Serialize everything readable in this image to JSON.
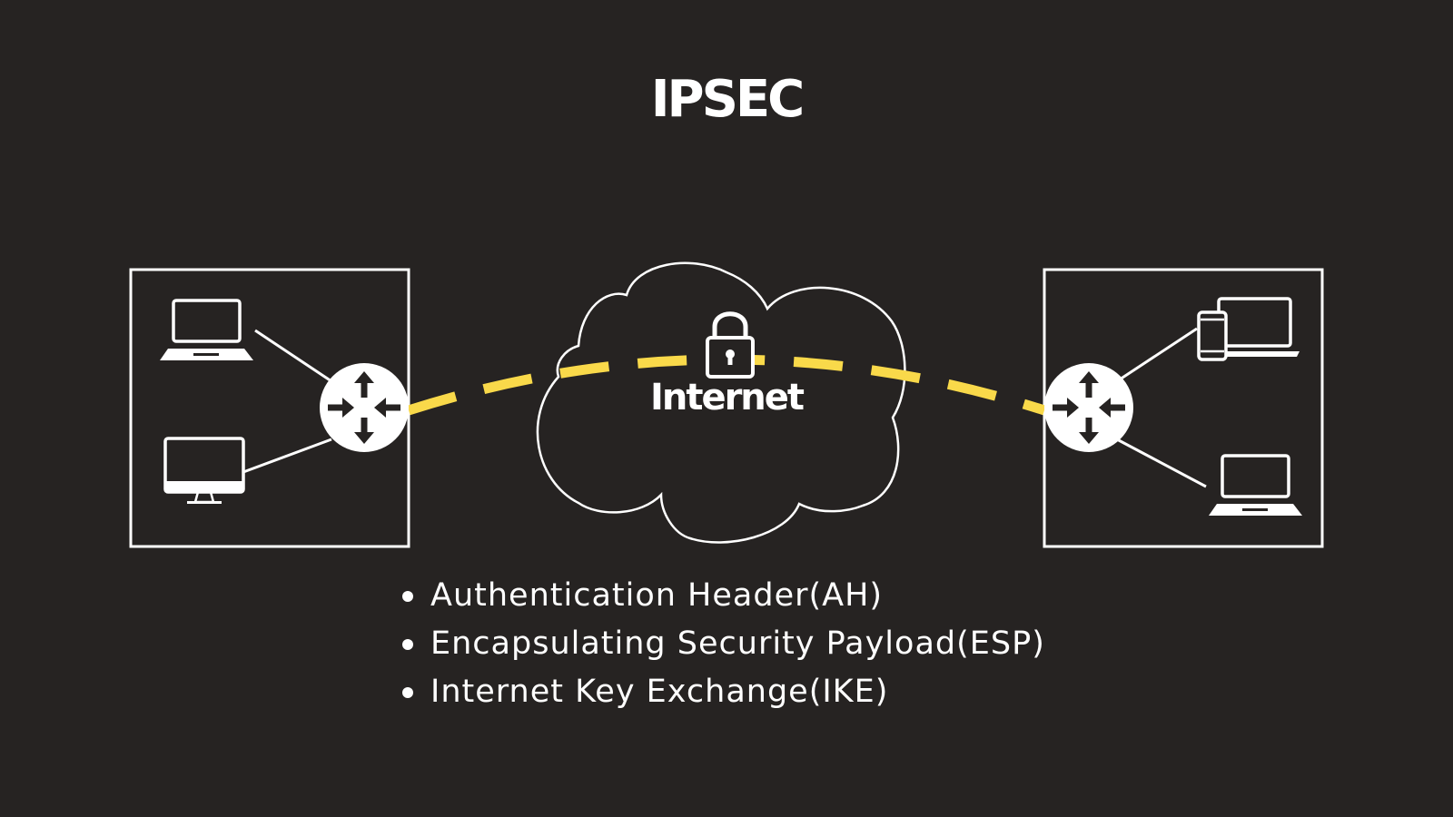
{
  "colors": {
    "background": "#262322",
    "foreground": "#ffffff",
    "tunnel": "#f9d94a"
  },
  "title": "IPSEC",
  "network": {
    "cloud_label": "Internet",
    "cloud_icon": "padlock-icon",
    "left_site_devices": [
      "laptop-icon",
      "desktop-monitor-icon"
    ],
    "right_site_devices": [
      "phone-and-laptop-icon",
      "laptop-icon"
    ],
    "router_icon": "router-icon"
  },
  "protocols": [
    "Authentication Header(AH)",
    "Encapsulating Security Payload(ESP)",
    "Internet Key Exchange(IKE)"
  ]
}
